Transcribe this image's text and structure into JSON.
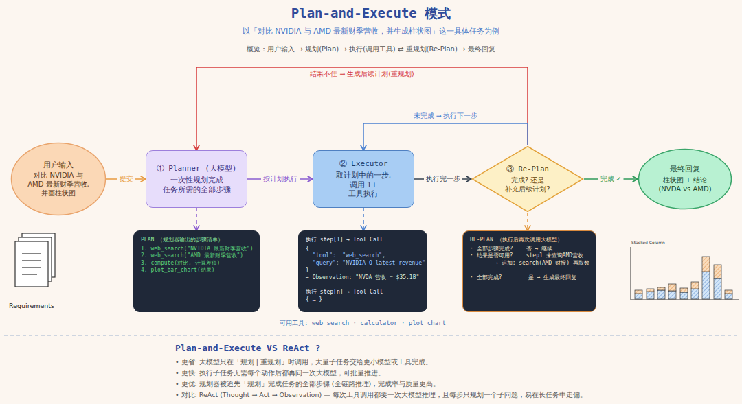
{
  "diagram": {
    "title": "Plan-and-Execute 模式",
    "nodes": [
      {
        "text": [
          "用户输入",
          "对比 NVIDIA 与 AMD 最新财季营收, 并画柱状图"
        ]
      },
      {
        "text": [
          "① Planner (大模型)",
          "一次性规划完成 任务所需的全部步骤"
        ]
      },
      {
        "text": [
          "② Executor",
          "取计划中的一步, 调用 1+ 工具执行"
        ]
      },
      {
        "text": [
          "③ Re-Plan",
          "完成? 还是 补充后续计划?"
        ]
      },
      {
        "text": [
          "最终回复",
          "柱状图 + 结论 (NVDA vs AMD)"
        ]
      },
      {
        "text": [
          "PLAN （规划器输出的步骤清单）",
          "1. web_search(\"NVIDIA 最新财季营收\")",
          "2. web_search(\"AMD 最新财季营收\")",
          "3. compute(对比, 计算差值)",
          "4. plot_bar_chart(结果)"
        ]
      },
      {
        "text": [
          "执行 step[1] → Tool Call",
          "{",
          "\"tool\":  \"web_search\",",
          "\"query\": \"NVIDIA Q latest revenue\"",
          "}",
          "→ Observation: \"NVDA 营收 = $35.1B\"",
          "----",
          "执行 step[n] → Tool Call",
          "{ … }"
        ]
      },
      {
        "text": [
          "RE-PLAN （执行后再次调用大模型）",
          "· 全部步骤完成?    否 → 继续",
          "· 结果是否可用?    step1 未查询AMD营收",
          "→ 追加: search(AMD 财报) 再取数",
          "----",
          "· 全部完成?        是 → 生成最终回复"
        ]
      }
    ],
    "edges": [
      {
        "from": 0,
        "to": 1,
        "label": "提交",
        "arrow": "to"
      },
      {
        "from": 1,
        "to": 2,
        "label": "按计划执行",
        "arrow": "to"
      },
      {
        "from": 2,
        "to": 3,
        "label": "执行完一步",
        "arrow": "to"
      },
      {
        "from": 3,
        "to": 4,
        "label": "完成 ✓",
        "arrow": "to"
      },
      {
        "from": 3,
        "to": 1,
        "label": "结果不佳 → 生成后续计划(重规划)",
        "arrow": "to"
      },
      {
        "from": 3,
        "to": 2,
        "label": "未完成 → 执行下一步",
        "arrow": "to"
      },
      {
        "from": 1,
        "to": 5,
        "arrow": "to"
      },
      {
        "from": 2,
        "to": 6,
        "arrow": "to"
      },
      {
        "from": 3,
        "to": 7,
        "arrow": "to"
      }
    ],
    "labels": [
      "以「对比 NVIDIA 与 AMD 最新财季营收，并生成柱状图」这一具体任务为例",
      "概览：用户输入 → 规划(Plan) → 执行(调用工具) ⇄ 重规划(Re-Plan) → 最终回复",
      "Requirements",
      "可用工具: web_search · calculator · plot_chart",
      "Stacked Column",
      "Plan-and-Execute VS ReAct ?",
      "• 更省:  大模型只在「规划 | 重规划」时调用，大量子任务交给更小模型或工具完成。",
      "• 更快:  执行子任务无需每个动作后都再问一次大模型，可批量推进。",
      "• 更优:  规划器被迫先「规划」完成任务的全部步骤 (全链路推理)，完成率与质量更高。",
      "• 对比:  ReAct (Thought → Act → Observation) — 每次工具调用都要一次大模型推理，且每步只规划一个子问题，易在长任务中走偏。"
    ]
  }
}
